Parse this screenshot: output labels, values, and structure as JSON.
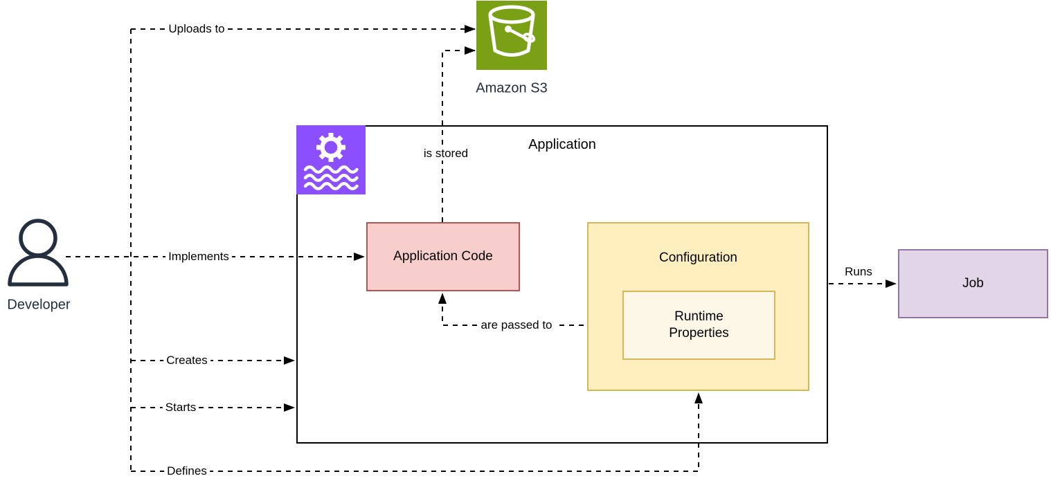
{
  "diagram": {
    "nodes": {
      "amazon_s3": {
        "label": "Amazon S3",
        "icon": "s3-bucket-icon",
        "fill": "#7AA116"
      },
      "developer": {
        "label": "Developer",
        "icon": "developer-person-icon",
        "color": "#232F3E"
      },
      "application": {
        "label": "Application",
        "icon": "apache-flink-icon",
        "icon_fill": "#8C4FFF",
        "fill": "transparent",
        "border": "#000000"
      },
      "application_code": {
        "label": "Application Code",
        "fill": "#F8CECC",
        "border": "#B85450"
      },
      "configuration": {
        "label": "Configuration",
        "fill": "#FFEFBF",
        "border": "#D6B656"
      },
      "runtime_properties": {
        "label": "Runtime Properties",
        "fill": "#FCF7E6",
        "border": "#D6B656"
      },
      "job": {
        "label": "Job",
        "fill": "#E1D5E7",
        "border": "#9673A6"
      }
    },
    "edges": {
      "uploads_to": {
        "label": "Uploads to",
        "from": "developer",
        "to": "amazon_s3",
        "style": "dashed-arrow"
      },
      "is_stored": {
        "label": "is stored",
        "from": "application_code",
        "to": "amazon_s3",
        "style": "dashed-arrow"
      },
      "implements": {
        "label": "Implements",
        "from": "developer",
        "to": "application_code",
        "style": "dashed-arrow"
      },
      "creates": {
        "label": "Creates",
        "from": "developer",
        "to": "application",
        "style": "dashed-arrow"
      },
      "starts": {
        "label": "Starts",
        "from": "developer",
        "to": "application",
        "style": "dashed-arrow"
      },
      "defines": {
        "label": "Defines",
        "from": "developer",
        "to": "configuration",
        "style": "dashed-arrow"
      },
      "are_passed_to": {
        "label": "are passed to",
        "from": "runtime_properties",
        "to": "application_code",
        "style": "dashed-arrow"
      },
      "runs": {
        "label": "Runs",
        "from": "application",
        "to": "job",
        "style": "dashed-arrow"
      }
    },
    "colors": {
      "line": "#000000",
      "external_label_text": "#232F3E",
      "s3_green": "#7AA116",
      "flink_purple": "#8C4FFF",
      "app_code_fill": "#F8CECC",
      "app_code_border": "#B85450",
      "config_fill": "#FFEFBF",
      "config_border": "#D6B656",
      "runtime_fill": "#FCF7E6",
      "job_fill": "#E1D5E7",
      "job_border": "#9673A6"
    }
  }
}
